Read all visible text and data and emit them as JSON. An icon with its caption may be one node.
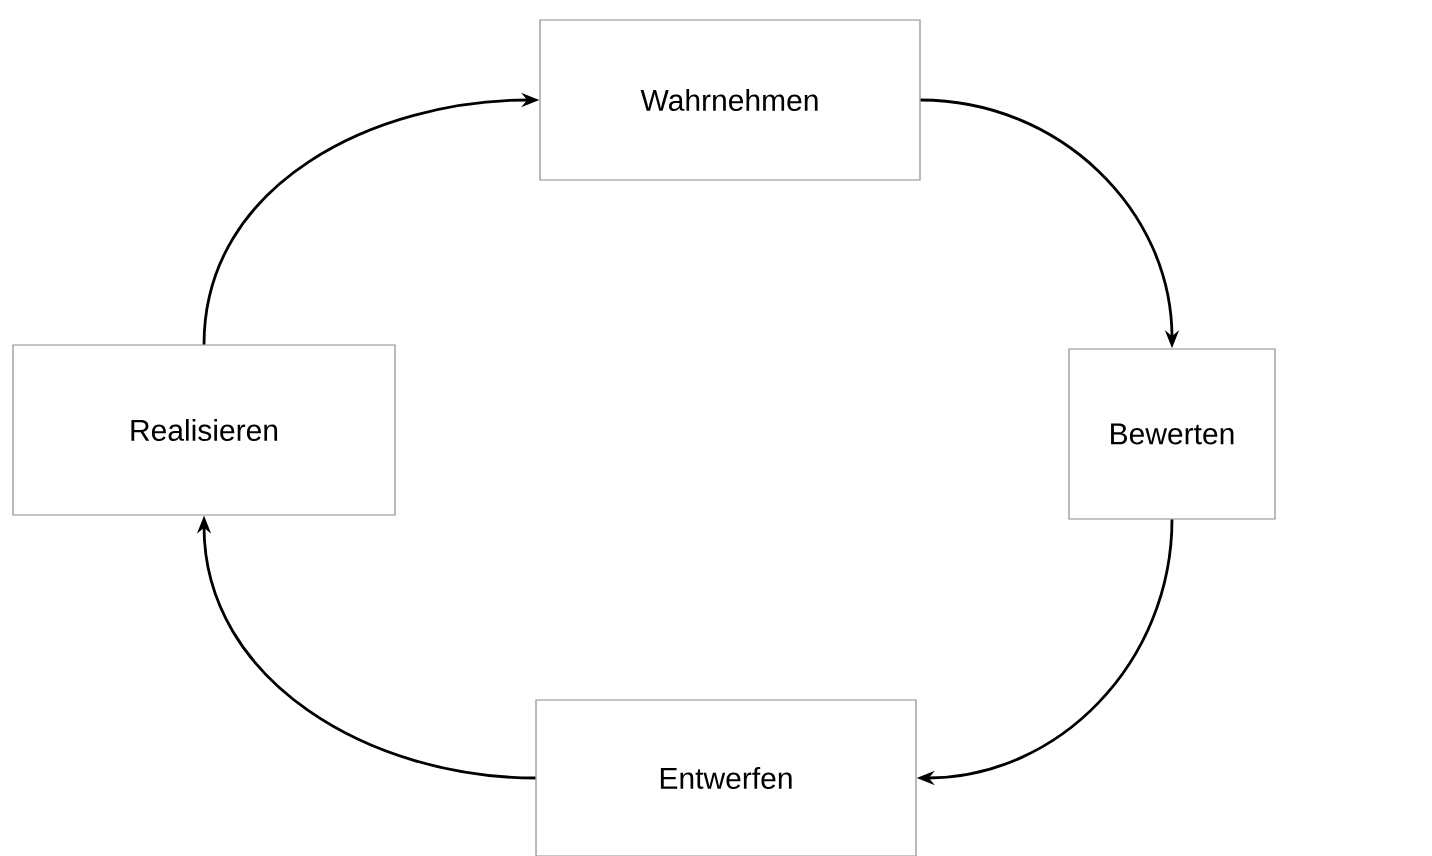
{
  "diagram": {
    "nodes": [
      {
        "text": [
          "Wahrnehmen"
        ]
      },
      {
        "text": [
          "Bewerten"
        ]
      },
      {
        "text": [
          "Entwerfen"
        ]
      },
      {
        "text": [
          "Realisieren"
        ]
      }
    ],
    "edges": [
      {
        "from": 3,
        "to": 0,
        "arrow": "to"
      },
      {
        "from": 0,
        "to": 1,
        "arrow": "to"
      },
      {
        "from": 1,
        "to": 2,
        "arrow": "to"
      },
      {
        "from": 2,
        "to": 3,
        "arrow": "to"
      }
    ]
  }
}
